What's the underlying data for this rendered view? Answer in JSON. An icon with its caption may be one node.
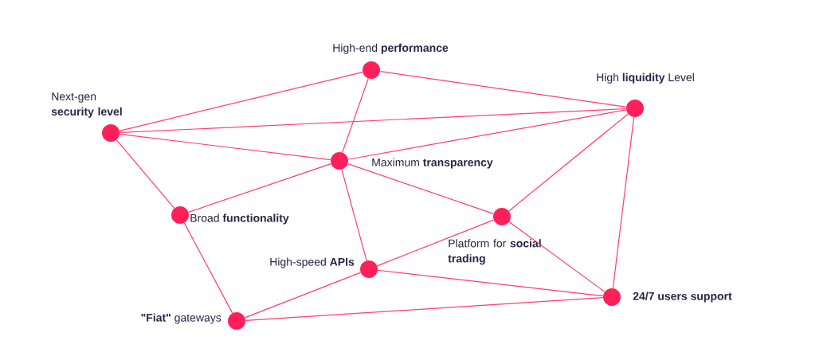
{
  "diagram": {
    "nodes": [
      {
        "text": [],
        "shape": "circle",
        "beside": [
          "High-end **performance**"
        ]
      },
      {
        "text": [],
        "shape": "circle",
        "beside": [
          "High **liquidity** Level"
        ]
      },
      {
        "text": [],
        "shape": "circle",
        "beside": [
          "Next-gen **security level**"
        ]
      },
      {
        "text": [],
        "shape": "circle",
        "beside": [
          "Maximum **transparency**"
        ]
      },
      {
        "text": [],
        "shape": "circle",
        "beside": [
          "Broad **functionality**"
        ]
      },
      {
        "text": [],
        "shape": "circle",
        "beside": [
          "Platform for **social trading**"
        ]
      },
      {
        "text": [],
        "shape": "circle",
        "beside": [
          "High-speed **APIs**"
        ]
      },
      {
        "text": [],
        "shape": "circle",
        "beside": [
          "24/7 users support"
        ]
      },
      {
        "text": [],
        "shape": "circle",
        "beside": [
          "**\"Fiat\"** gateways"
        ]
      }
    ],
    "edges": [
      {
        "from": 2,
        "to": 0,
        "arrow": "none"
      },
      {
        "from": 0,
        "to": 1,
        "arrow": "none"
      },
      {
        "from": 2,
        "to": 1,
        "arrow": "none"
      },
      {
        "from": 0,
        "to": 3,
        "arrow": "none"
      },
      {
        "from": 2,
        "to": 3,
        "arrow": "none"
      },
      {
        "from": 3,
        "to": 1,
        "arrow": "none"
      },
      {
        "from": 2,
        "to": 4,
        "arrow": "none"
      },
      {
        "from": 4,
        "to": 3,
        "arrow": "none"
      },
      {
        "from": 3,
        "to": 5,
        "arrow": "none"
      },
      {
        "from": 3,
        "to": 6,
        "arrow": "none"
      },
      {
        "from": 5,
        "to": 1,
        "arrow": "none"
      },
      {
        "from": 1,
        "to": 7,
        "arrow": "none"
      },
      {
        "from": 5,
        "to": 7,
        "arrow": "none"
      },
      {
        "from": 6,
        "to": 5,
        "arrow": "none"
      },
      {
        "from": 6,
        "to": 7,
        "arrow": "none"
      },
      {
        "from": 4,
        "to": 8,
        "arrow": "none"
      },
      {
        "from": 8,
        "to": 6,
        "arrow": "none"
      },
      {
        "from": 8,
        "to": 7,
        "arrow": "none"
      }
    ]
  }
}
